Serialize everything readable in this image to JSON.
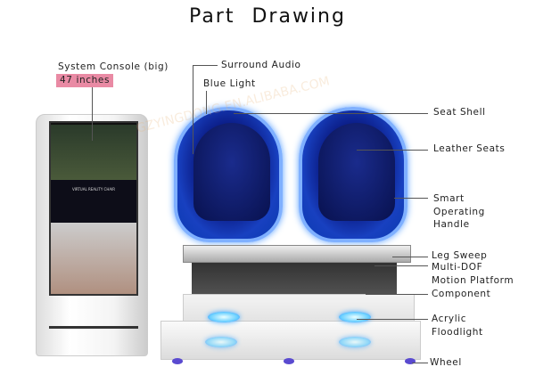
{
  "title": "Part Drawing",
  "console": {
    "label": "System Console (big)",
    "size": "47 inches",
    "screen_text": "VIRTUAL REALITY CHAIR"
  },
  "watermark": "GZYINGDONG.EN.ALIBABA.COM",
  "parts": {
    "surround_audio": "Surround Audio",
    "blue_light": "Blue Light",
    "seat_shell": "Seat Shell",
    "leather_seats": "Leather Seats",
    "handle": [
      "Smart",
      "Operating",
      "Handle"
    ],
    "leg_sweep": "Leg Sweep",
    "motion_platform": [
      "Multi-DOF",
      "Motion Platform"
    ],
    "component": "Component",
    "floodlight": [
      "Acrylic",
      "Floodlight"
    ],
    "wheel": "Wheel"
  },
  "colors": {
    "highlight": "#e98aa4",
    "pod_blue": "#0c1f8a"
  }
}
